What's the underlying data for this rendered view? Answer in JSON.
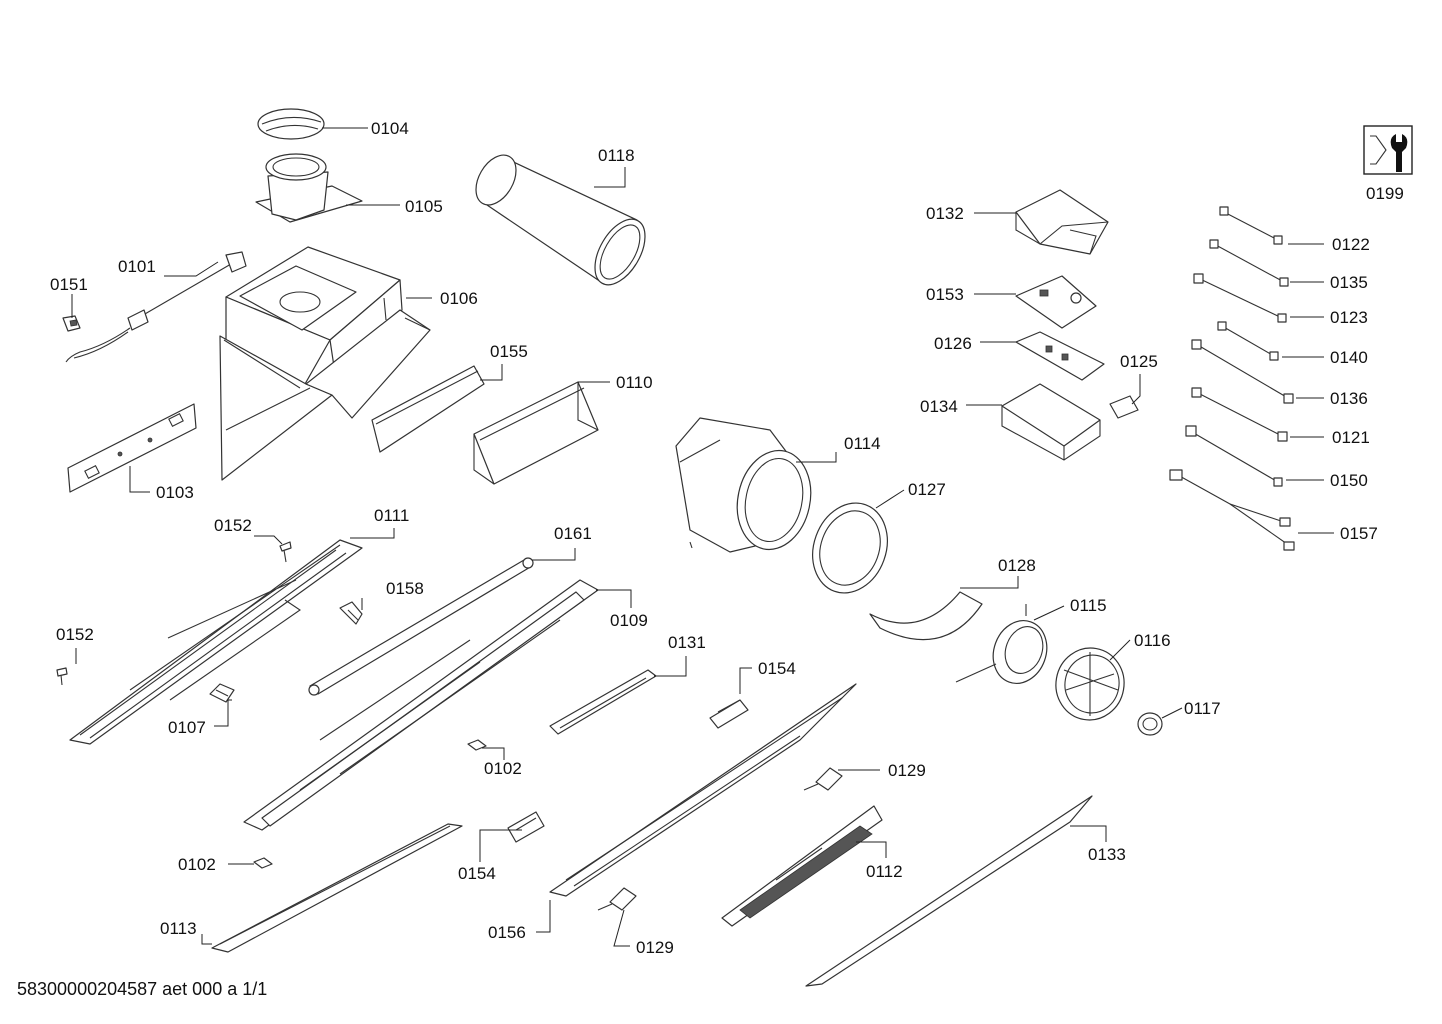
{
  "document_id": "58300000204587 aet 000 a 1/1",
  "service_icon": {
    "icon": "wrench-icon",
    "label": "0199"
  },
  "parts": [
    "0104",
    "0105",
    "0118",
    "0101",
    "0151",
    "0106",
    "0155",
    "0110",
    "0103",
    "0152",
    "0111",
    "0161",
    "0158",
    "0109",
    "0152",
    "0107",
    "0102",
    "0131",
    "0154",
    "0102",
    "0154",
    "0113",
    "0156",
    "0129",
    "0112",
    "0133",
    "0129",
    "0132",
    "0153",
    "0126",
    "0134",
    "0125",
    "0114",
    "0127",
    "0128",
    "0115",
    "0116",
    "0117",
    "0122",
    "0135",
    "0123",
    "0140",
    "0136",
    "0121",
    "0150",
    "0157"
  ]
}
